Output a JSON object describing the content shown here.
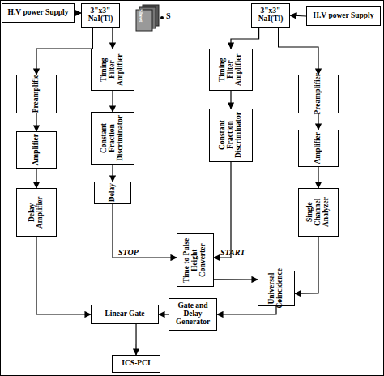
{
  "diagram": {
    "nodes": [
      {
        "text": [
          "H.V power Supply"
        ]
      },
      {
        "text": [
          "3\"x3\" NaI(Tl)"
        ]
      },
      {
        "text": [
          "3\"x3\" NaI(Tl)"
        ]
      },
      {
        "text": [
          "H.V power Supply"
        ]
      },
      {
        "text": [
          "Preamplifie"
        ]
      },
      {
        "text": [
          "Timing Filter Amplifier"
        ]
      },
      {
        "text": [
          "Timing Filter Amplifier"
        ]
      },
      {
        "text": [
          "Preamplifier"
        ]
      },
      {
        "text": [
          "Amplifier"
        ]
      },
      {
        "text": [
          "Constant Fraction Discriminator"
        ]
      },
      {
        "text": [
          "Constant Fraction Discriminator"
        ]
      },
      {
        "text": [
          "Amplifier"
        ]
      },
      {
        "text": [
          "Delay Amplifier"
        ]
      },
      {
        "text": [
          "Delay"
        ]
      },
      {
        "text": [
          "Single Channel Analyzer"
        ]
      },
      {
        "text": [
          "Time to Pulse Height Converter"
        ]
      },
      {
        "text": [
          "Universal Coincidence"
        ]
      },
      {
        "text": [
          "Linear Gate"
        ]
      },
      {
        "text": [
          "Gate and Delay Generator"
        ]
      },
      {
        "text": [
          "ICS-PCI"
        ]
      }
    ],
    "edges": [
      {
        "from": 0,
        "to": 1,
        "arrow": "to"
      },
      {
        "from": 3,
        "to": 2,
        "arrow": "to"
      },
      {
        "from": 1,
        "to": 4,
        "arrow": "to"
      },
      {
        "from": 1,
        "to": 5,
        "arrow": "to"
      },
      {
        "from": 2,
        "to": 6,
        "arrow": "to"
      },
      {
        "from": 2,
        "to": 7,
        "arrow": "to"
      },
      {
        "from": 4,
        "to": 8,
        "arrow": "to"
      },
      {
        "from": 8,
        "to": 12,
        "arrow": "to"
      },
      {
        "from": 12,
        "to": 17,
        "arrow": "to"
      },
      {
        "from": 5,
        "to": 9,
        "arrow": "to"
      },
      {
        "from": 9,
        "to": 13,
        "arrow": "to"
      },
      {
        "from": 13,
        "to": 15,
        "arrow": "to"
      },
      {
        "from": 6,
        "to": 10,
        "arrow": "to"
      },
      {
        "from": 10,
        "to": 15,
        "arrow": "to"
      },
      {
        "from": 7,
        "to": 11,
        "arrow": "to"
      },
      {
        "from": 11,
        "to": 14,
        "arrow": "to"
      },
      {
        "from": 15,
        "to": 16,
        "arrow": "to"
      },
      {
        "from": 14,
        "to": 16,
        "arrow": "to"
      },
      {
        "from": 16,
        "to": 18,
        "arrow": "to"
      },
      {
        "from": 18,
        "to": 17,
        "arrow": "to"
      },
      {
        "from": 17,
        "to": 19,
        "arrow": "to"
      }
    ],
    "labels": [
      "Sheet",
      "S",
      "STOP",
      "START"
    ]
  }
}
